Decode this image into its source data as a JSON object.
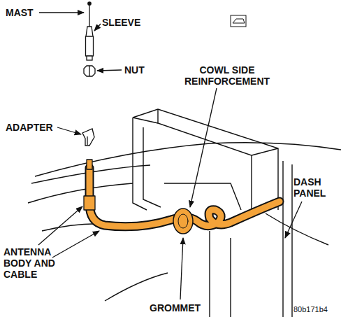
{
  "diagram": {
    "labels": [
      "MAST",
      "SLEEVE",
      "NUT",
      "ADAPTER",
      "COWL SIDE REINFORCEMENT",
      "DASH PANEL",
      "ANTENNA BODY AND CABLE",
      "GROMMET",
      "80b171b4"
    ]
  }
}
